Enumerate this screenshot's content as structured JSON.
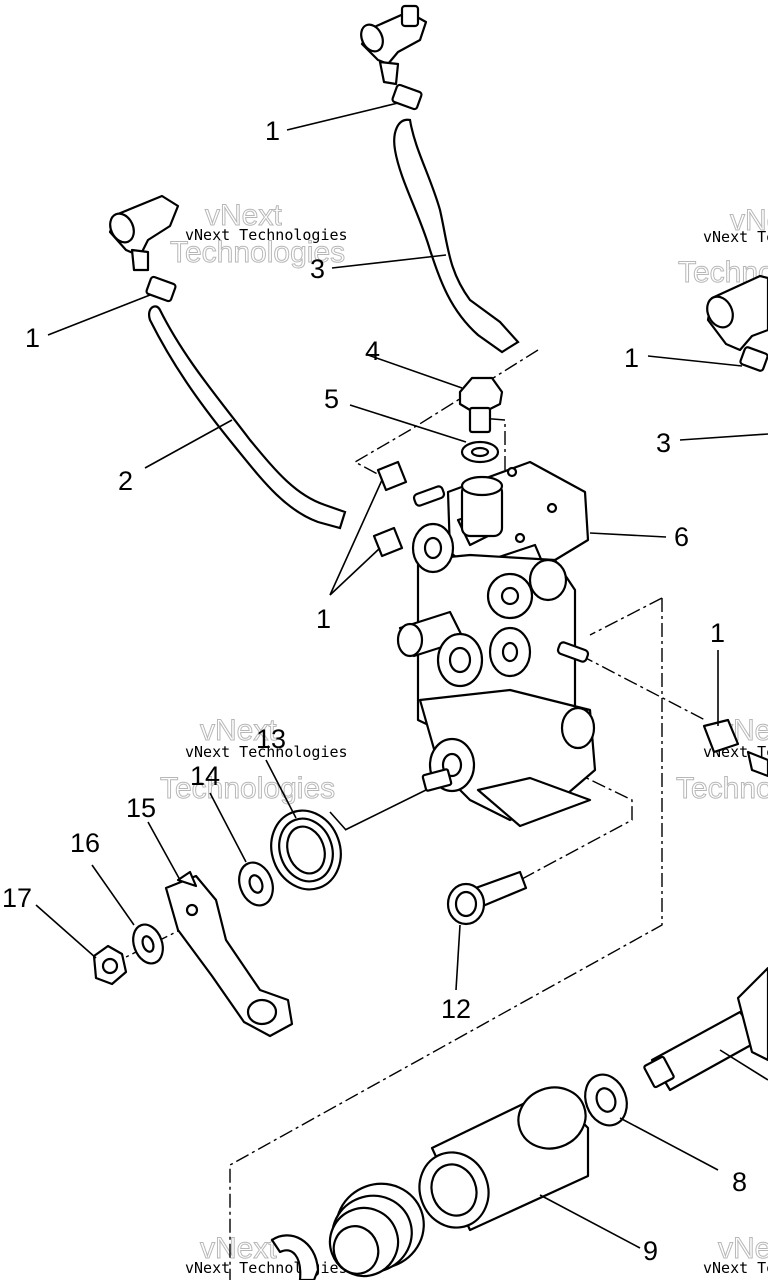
{
  "callouts": {
    "c1a": "1",
    "c1b": "1",
    "c1c": "1",
    "c1d": "1",
    "c1e": "1",
    "c2": "2",
    "c3a": "3",
    "c3b": "3",
    "c4": "4",
    "c5": "5",
    "c6": "6",
    "c8": "8",
    "c9": "9",
    "c12": "12",
    "c13": "13",
    "c14": "14",
    "c15": "15",
    "c16": "16",
    "c17": "17"
  },
  "watermark": {
    "brand_line1": "vNext",
    "brand_line2": "Technologies",
    "small": "vNext Technologies"
  }
}
